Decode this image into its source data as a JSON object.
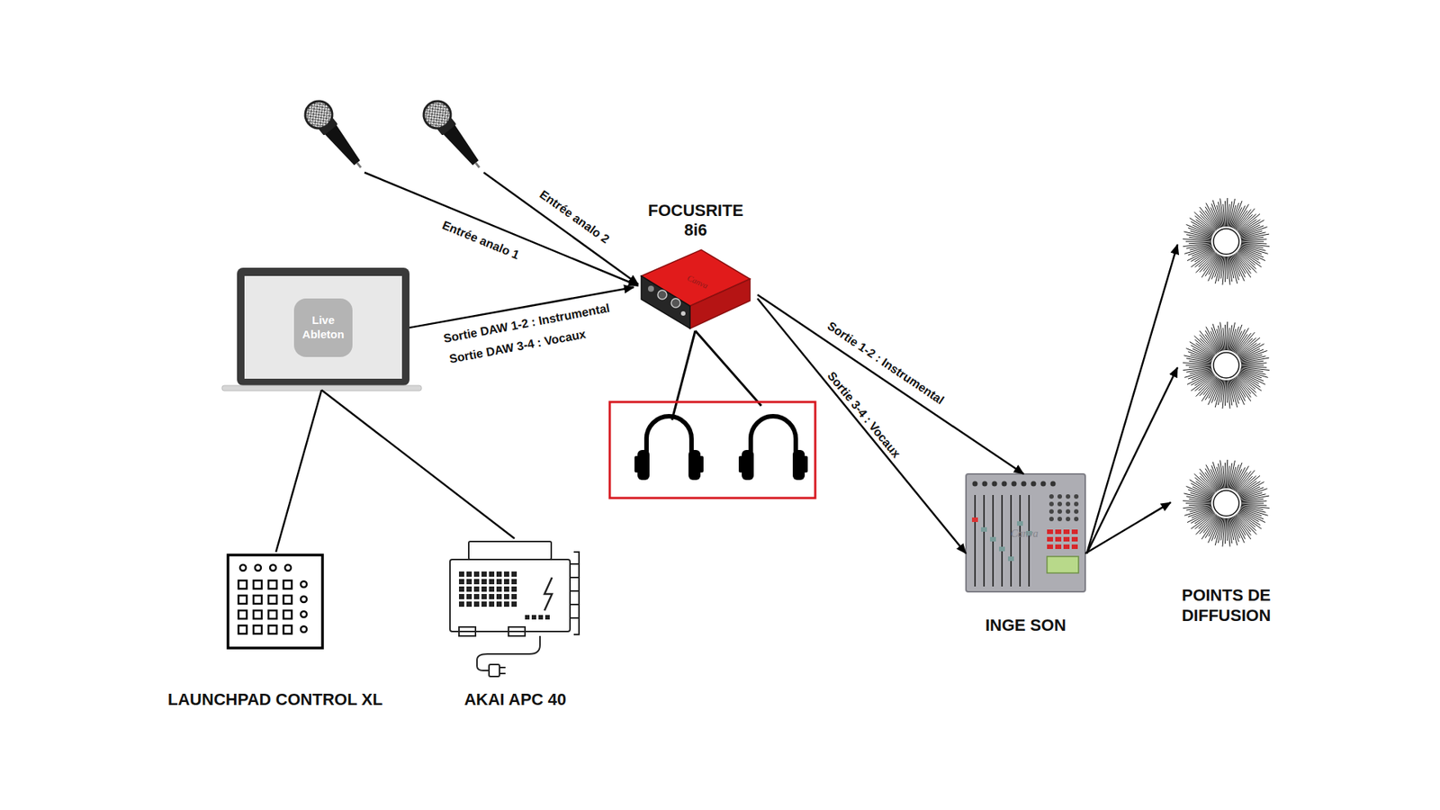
{
  "diagram": {
    "nodes": [
      {
        "text": [
          "Live Ableton"
        ]
      },
      {
        "text": [
          "FOCUSRITE 8i6"
        ]
      },
      {
        "text": [
          "INGE SON"
        ]
      },
      {
        "text": [
          "POINTS DE DIFFUSION"
        ]
      },
      {
        "text": [
          "LAUNCHPAD CONTROL XL"
        ]
      },
      {
        "text": [
          "AKAI APC 40"
        ]
      }
    ],
    "edges": [
      {
        "from": 0,
        "to": 1,
        "arrow": "to",
        "label": "Sortie DAW 1-2 : Instrumental"
      },
      {
        "from": 1,
        "to": 2,
        "arrow": "to",
        "label": "Sortie 1-2 : Instrumental"
      },
      {
        "from": 1,
        "to": 2,
        "arrow": "to",
        "label": "Sortie 3-4 : Vocaux"
      },
      {
        "from": 2,
        "to": 3,
        "arrow": "to"
      },
      {
        "from": 0,
        "to": 4,
        "arrow": "none"
      },
      {
        "from": 0,
        "to": 5,
        "arrow": "none"
      }
    ],
    "labels": [
      "Entrée analo 1",
      "Entrée analo 2",
      "Sortie DAW 3-4 : Vocaux",
      "Canva",
      "Canva"
    ]
  }
}
